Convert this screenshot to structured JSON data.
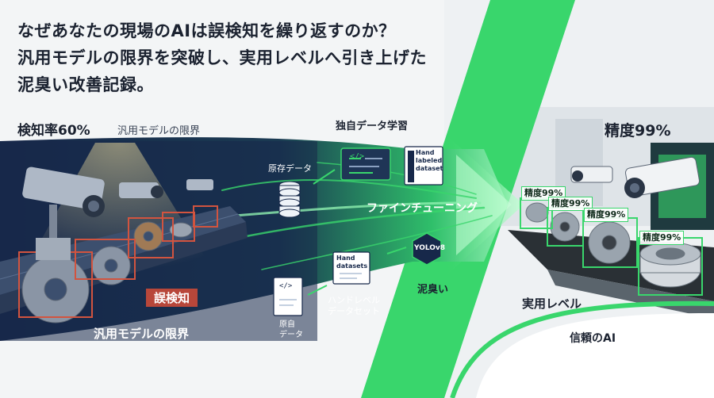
{
  "headline": {
    "line1": "なぜあなたの現場のAIは誤検知を繰り返すのか？",
    "line2": "汎用モデルの限界を突破し、実用レベルへ引き上げた",
    "line3": "泥臭い改善記録。"
  },
  "left_panel": {
    "detection_rate": "検知率60%",
    "general_model_limit_small": "汎用モデルの限界",
    "false_detection_badge": "誤検知",
    "general_model_limit_bottom": "汎用モデルの限界"
  },
  "process": {
    "own_data_learning": "独自データ学習",
    "raw_data": "原存データ",
    "hand_labeled_doc": [
      "Hand",
      "labeled",
      "dataset"
    ],
    "fine_tuning": "ファインチューニング",
    "hand_datasets_doc": [
      "Hand",
      "datasets"
    ],
    "model_badge": "YOLOv8",
    "raw_data_bottom": [
      "原自",
      "データ"
    ],
    "hand_level_dataset": [
      "ハンドレベル",
      "データセット"
    ],
    "gritty": "泥臭い",
    "code_icon": "</>"
  },
  "right_panel": {
    "accuracy_title": "精度99%",
    "accuracy_tags": [
      "精度99%",
      "精度99%",
      "精度99%",
      "精度99%"
    ],
    "practical_level": "実用レベル",
    "trusted_ai": "信頼のAI"
  },
  "colors": {
    "navy": "#17284a",
    "accent_green": "#39d66c",
    "alert_red": "#d2543f",
    "badge_red": "#b8473a"
  }
}
